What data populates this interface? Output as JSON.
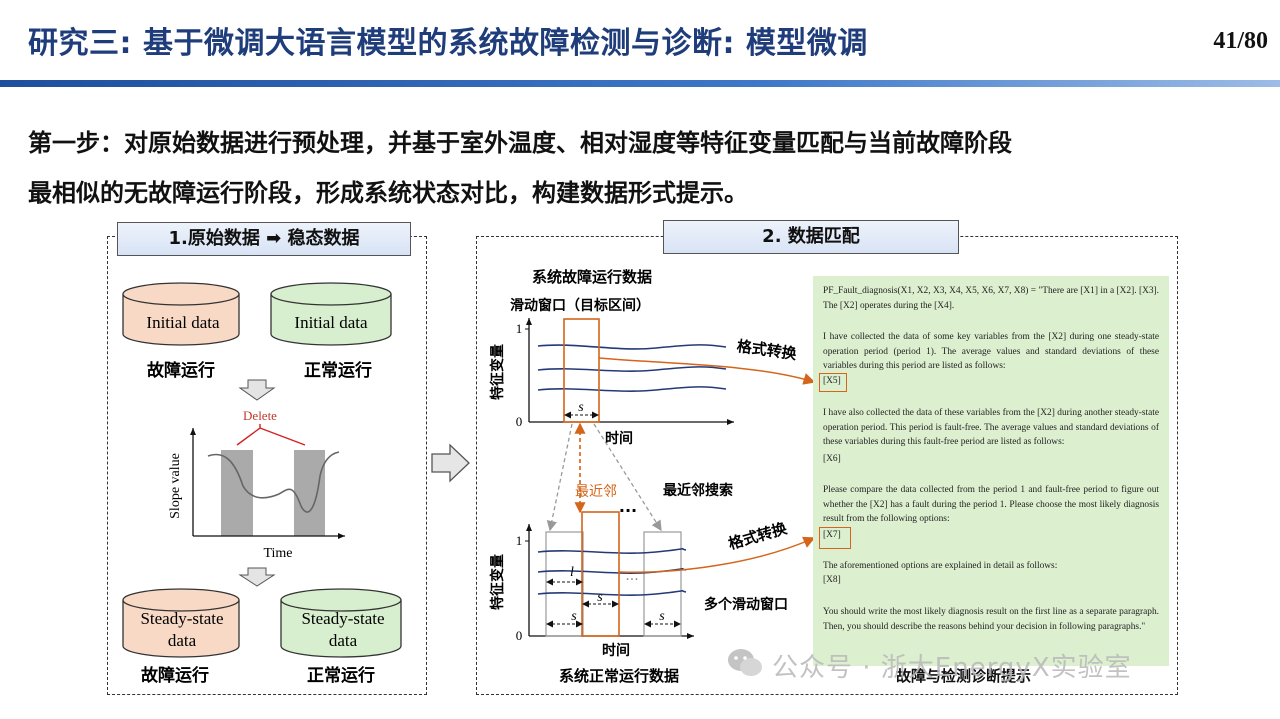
{
  "header": {
    "title": "研究三: 基于微调大语言模型的系统故障检测与诊断: 模型微调",
    "page": "41/80"
  },
  "intro": {
    "line1": "第一步：对原始数据进行预处理，并基于室外温度、相对湿度等特征变量匹配与当前故障阶段",
    "line2": "最相似的无故障运行阶段，形成系统状态对比，构建数据形式提示。"
  },
  "panel1": {
    "header": "1.原始数据 ➡ 稳态数据",
    "cyl_fault_raw": "Initial  data",
    "cyl_normal_raw": "Initial  data",
    "cap_fault_raw": "故障运行",
    "cap_normal_raw": "正常运行",
    "delete_label": "Delete",
    "ylabel": "Slope value",
    "xlabel": "Time",
    "cyl_fault_steady_1": "Steady-state",
    "cyl_fault_steady_2": "data",
    "cyl_normal_steady_1": "Steady-state",
    "cyl_normal_steady_2": "data",
    "cap_fault_steady": "故障运行",
    "cap_normal_steady": "正常运行"
  },
  "panel2": {
    "header": "2. 数据匹配",
    "top_title": "系统故障运行数据",
    "window_label": "滑动窗口（目标区间）",
    "ylabel": "特征变量",
    "tick_1": "1",
    "tick_0": "0",
    "xlabel": "时间",
    "s_label": "s",
    "l_label": "l",
    "format_label_1": "格式转换",
    "format_label_2": "格式转换",
    "nn_label": "最近邻",
    "nn_search": "最近邻搜索",
    "dots": "···",
    "multi_window": "多个滑动窗口",
    "bottom_title": "系统正常运行数据",
    "prompt_caption": "故障与检测诊断提示"
  },
  "prompt": {
    "line_pf": "PF_Fault_diagnosis(X1, X2, X3, X4, X5, X6, X7, X8) = \"There are [X1] in a [X2]. [X3]. The [X2] operates during the [X4].",
    "para1": "I have collected the data of some key variables from the [X2] during one steady-state operation period (period 1). The average values and standard deviations of these variables during this period are listed as follows:",
    "slot_x5": "[X5]",
    "para2": "I have also collected the data of these variables from the [X2] during another steady-state operation period. This period is fault-free. The average values and standard deviations of these variables during this fault-free period are listed as follows:",
    "slot_x6": "[X6]",
    "para3": "Please compare the data collected from the period 1 and fault-free period to figure out whether the [X2] has a fault during the period 1. Please choose the most likely diagnosis result from the following options:",
    "slot_x7": "[X7]",
    "para4": "The aforementioned options are explained in detail as follows:",
    "slot_x8": "[X8]",
    "para5": "You should write the most likely diagnosis result on the first line as a separate paragraph. Then, you should describe the reasons behind your decision in following paragraphs.\""
  },
  "watermark": {
    "text": "公众号 · 浙大EnergyX实验室"
  },
  "colors": {
    "title_blue": "#1f3d7a",
    "accent_orange": "#d4651a",
    "prompt_green": "#dcefcf",
    "cyl_pink": "#f8d9c6",
    "cyl_green": "#d8efcf",
    "line_navy": "#243a78"
  }
}
